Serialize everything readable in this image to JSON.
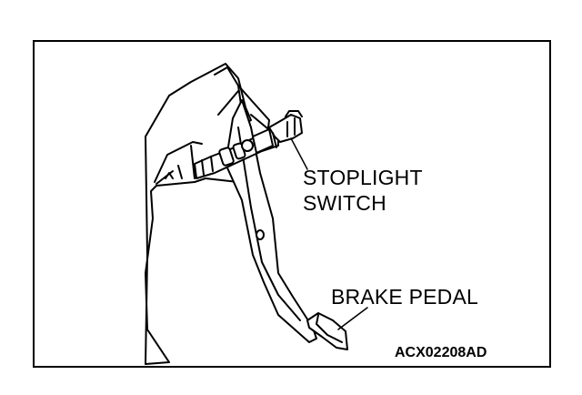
{
  "figure": {
    "labels": {
      "stoplight_switch": [
        "STOPLIGHT",
        "SWITCH"
      ],
      "brake_pedal": "BRAKE PEDAL"
    },
    "figure_code": "ACX02208AD"
  },
  "colors": {
    "line": "#000000",
    "background": "#ffffff"
  }
}
